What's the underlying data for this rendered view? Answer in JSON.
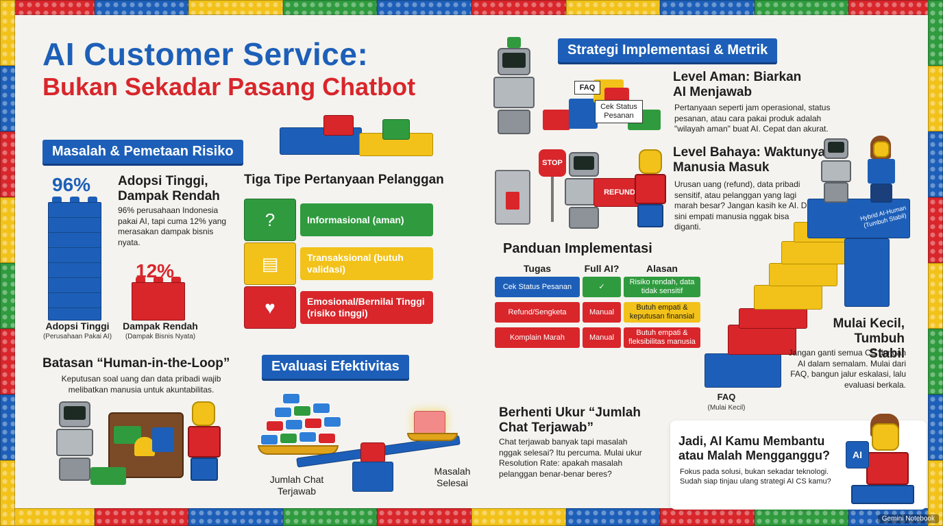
{
  "header": {
    "title_line1": "AI Customer Service:",
    "title_line2": "Bukan Sekadar Pasang Chatbot"
  },
  "risk": {
    "banner": "Masalah & Pemetaan Risiko",
    "stat_high": "96%",
    "stat_low": "12%",
    "heading": "Adopsi Tinggi, Dampak Rendah",
    "body": "96% perusahaan Indonesia pakai AI, tapi cuma 12% yang merasakan dampak bisnis nyata.",
    "label_high": "Adopsi Tinggi",
    "sub_high": "(Perusahaan Pakai AI)",
    "label_low": "Dampak Rendah",
    "sub_low": "(Dampak Bisnis Nyata)",
    "adoption_percent": 96,
    "impact_percent": 12
  },
  "question_types": {
    "heading": "Tiga Tipe Pertanyaan Pelanggan",
    "items": [
      {
        "label": "Informasional (aman)",
        "icon": "question-icon",
        "color": "#2f9b3e"
      },
      {
        "label": "Transaksional (butuh validasi)",
        "icon": "document-icon",
        "color": "#f2c21a"
      },
      {
        "label": "Emosional/Bernilai Tinggi (risiko tinggi)",
        "icon": "heart-icon",
        "color": "#d8262b"
      }
    ]
  },
  "hitl": {
    "heading": "Batasan “Human-in-the-Loop”",
    "body": "Keputusan soal uang dan data pribadi wajib melibatkan manusia untuk akuntabilitas."
  },
  "evaluation": {
    "banner": "Evaluasi Efektivitas",
    "left_label": "Jumlah Chat Terjawab",
    "right_label": "Masalah Selesai",
    "heading": "Berhenti Ukur “Jumlah Chat Terjawab”",
    "body": "Chat terjawab banyak tapi masalah nggak selesai? Itu percuma. Mulai ukur Resolution Rate: apakah masalah pelanggan benar-benar beres?"
  },
  "strategy": {
    "banner": "Strategi Implementasi & Metrik",
    "faq_tag": "FAQ",
    "status_tag": "Cek Status Pesanan",
    "safe_heading": "Level Aman: Biarkan AI Menjawab",
    "safe_body": "Pertanyaan seperti jam operasional, status pesanan, atau cara pakai produk adalah \"wilayah aman\" buat AI. Cepat dan akurat.",
    "stop_sign": "STOP",
    "refund_tag": "REFUND",
    "danger_heading": "Level Bahaya: Waktunya Manusia Masuk",
    "danger_body": "Urusan uang (refund), data pribadi sensitif, atau pelanggan yang lagi marah besar? Jangan kasih ke AI. Di sini empati manusia nggak bisa diganti."
  },
  "guide": {
    "heading": "Panduan Implementasi",
    "columns": [
      "Tugas",
      "Full AI?",
      "Alasan"
    ],
    "rows": [
      {
        "task": "Cek Status Pesanan",
        "full_ai": "✓",
        "reason": "Risiko rendah, data tidak sensitif"
      },
      {
        "task": "Refund/Sengketa",
        "full_ai": "Manual",
        "reason": "Butuh empati & keputusan finansial"
      },
      {
        "task": "Komplain Marah",
        "full_ai": "Manual",
        "reason": "Butuh empati & fleksibilitas manusia"
      }
    ]
  },
  "growth": {
    "hybrid_tag": "Hybrid AI-Human (Tumbuh Stabil)",
    "heading": "Mulai Kecil, Tumbuh Stabil",
    "body": "Jangan ganti semua CS dengan AI dalam semalam. Mulai dari FAQ, bangun jalur eskalasi, lalu evaluasi berkala.",
    "base_label": "FAQ",
    "base_sub": "(Mulai Kecil)"
  },
  "closing": {
    "heading": "Jadi, AI Kamu Membantu atau Malah Mengganggu?",
    "body": "Fokus pada solusi, bukan sekadar teknologi. Sudah siap tinjau ulang strategi AI CS kamu?",
    "cube_label": "AI"
  },
  "watermark": "Gemini Notebook",
  "colors": {
    "blue": "#1d5fb8",
    "red": "#d8262b",
    "yellow": "#f2c21a",
    "green": "#2f9b3e"
  }
}
